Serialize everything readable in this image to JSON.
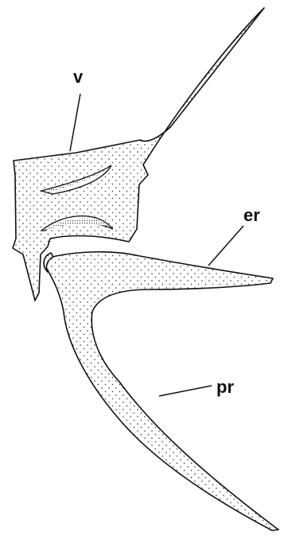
{
  "figure": {
    "labels": {
      "v": "v",
      "er": "er",
      "pr": "pr"
    },
    "colors": {
      "ink": "#111111",
      "background": "#ffffff"
    }
  }
}
